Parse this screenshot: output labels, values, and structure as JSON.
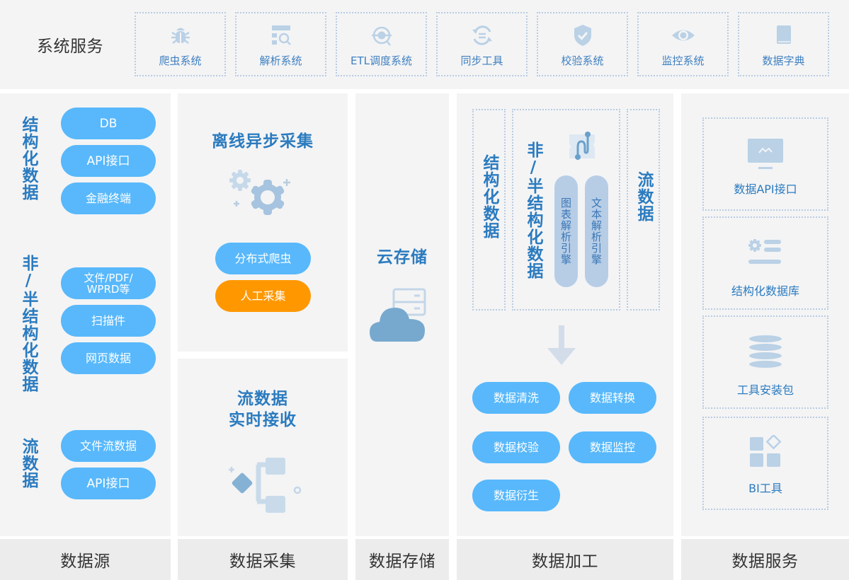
{
  "system_services": {
    "title": "系统服务",
    "items": [
      {
        "label": "爬虫系统",
        "icon": "bug-icon"
      },
      {
        "label": "解析系统",
        "icon": "parse-search-icon"
      },
      {
        "label": "ETL调度系统",
        "icon": "target-icon"
      },
      {
        "label": "同步工具",
        "icon": "sync-icon"
      },
      {
        "label": "校验系统",
        "icon": "shield-check-icon"
      },
      {
        "label": "监控系统",
        "icon": "eye-icon"
      },
      {
        "label": "数据字典",
        "icon": "book-icon"
      }
    ]
  },
  "data_source": {
    "footer": "数据源",
    "groups": [
      {
        "label": "结构化数据",
        "items": [
          "DB",
          "API接口",
          "金融终端"
        ]
      },
      {
        "label": "非/半结构化数据",
        "items": [
          "文件/PDF/\nWPRD等",
          "扫描件",
          "网页数据"
        ]
      },
      {
        "label": "流数据",
        "items": [
          "文件流数据",
          "API接口"
        ]
      }
    ]
  },
  "data_collection": {
    "footer": "数据采集",
    "offline": {
      "title": "离线异步采集",
      "icon": "gears-icon",
      "items": [
        "分布式爬虫",
        "人工采集"
      ]
    },
    "stream": {
      "title_line1": "流数据",
      "title_line2": "实时接收",
      "icon": "flow-tree-icon"
    }
  },
  "data_storage": {
    "footer": "数据存储",
    "title": "云存储",
    "icon": "cloud-server-icon"
  },
  "data_processing": {
    "footer": "数据加工",
    "structured": "结构化数据",
    "unstructured": "非/半结构化数据",
    "engines": [
      "图表解析引擎",
      "文本解析引擎"
    ],
    "stream": "流数据",
    "icon": "pipeline-icon",
    "arrow_icon": "arrow-down-icon",
    "operations": [
      "数据清洗",
      "数据转换",
      "数据校验",
      "数据监控",
      "数据衍生"
    ]
  },
  "data_service": {
    "footer": "数据服务",
    "items": [
      {
        "label": "数据API接口",
        "icon": "monitor-icon"
      },
      {
        "label": "结构化数据库",
        "icon": "settings-list-icon"
      },
      {
        "label": "工具安装包",
        "icon": "database-stack-icon"
      },
      {
        "label": "BI工具",
        "icon": "widgets-icon"
      }
    ]
  },
  "colors": {
    "accent_blue": "#2b7bbf",
    "pill_blue": "#58b8fb",
    "pill_orange": "#ff9800",
    "icon_blue": "#bad1e6",
    "panel_bg": "#f4f4f5",
    "footer_bg": "#ececec"
  }
}
